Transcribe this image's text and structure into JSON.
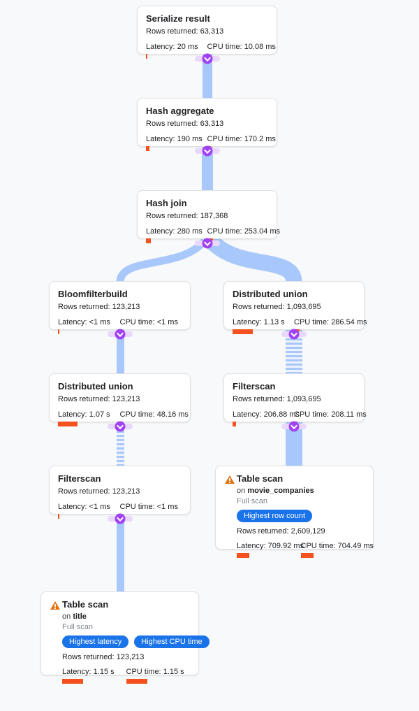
{
  "labels": {
    "rows": "Rows returned:",
    "latency": "Latency:",
    "cpu": "CPU time:",
    "on": "on"
  },
  "colors": {
    "background": "#f8f9fa",
    "link_blue": "#a8c7fa",
    "connector_purple": "#a142f4",
    "connector_halo": "#ead8fc",
    "metric_bar_orange": "#f4511e",
    "badge_blue": "#1a73e8",
    "warning_orange": "#e8710a"
  },
  "nodes": [
    {
      "title": "Serialize result",
      "rows": "63,313",
      "latency": "20 ms",
      "latency_bar": 2,
      "cpu": "10.08 ms",
      "cpu_bar": 2
    },
    {
      "title": "Hash aggregate",
      "rows": "63,313",
      "latency": "190 ms",
      "latency_bar": 5,
      "cpu": "170.2 ms",
      "cpu_bar": 5
    },
    {
      "title": "Hash join",
      "rows": "187,368",
      "latency": "280 ms",
      "latency_bar": 7,
      "cpu": "253.04 ms",
      "cpu_bar": 8
    },
    {
      "title": "Bloomfilterbuild",
      "rows": "123,213",
      "latency": "<1 ms",
      "latency_bar": 2,
      "cpu": "<1 ms",
      "cpu_bar": 2
    },
    {
      "title": "Distributed union",
      "rows": "1,093,695",
      "latency": "1.13 s",
      "latency_bar": 29,
      "cpu": "286.54 ms",
      "cpu_bar": 8
    },
    {
      "title": "Distributed union",
      "rows": "123,213",
      "latency": "1.07 s",
      "latency_bar": 28,
      "cpu": "48.16 ms",
      "cpu_bar": 2
    },
    {
      "title": "Filterscan",
      "rows": "1,093,695",
      "latency": "206.88 ms",
      "latency_bar": 5,
      "cpu": "208.11 ms",
      "cpu_bar": 5
    },
    {
      "title": "Filterscan",
      "rows": "123,213",
      "latency": "<1 ms",
      "latency_bar": 2,
      "cpu": "<1 ms",
      "cpu_bar": 2
    },
    {
      "title": "Table scan",
      "table": "movie_companies",
      "scan_type": "Full scan",
      "badges": [
        "Highest row count"
      ],
      "rows": "2,609,129",
      "latency": "709.92 ms",
      "latency_bar": 18,
      "cpu": "704.49 ms",
      "cpu_bar": 18
    },
    {
      "title": "Table scan",
      "table": "title",
      "scan_type": "Full scan",
      "badges": [
        "Highest latency",
        "Highest CPU time"
      ],
      "rows": "123,213",
      "latency": "1.15 s",
      "latency_bar": 30,
      "cpu": "1.15 s",
      "cpu_bar": 30
    }
  ]
}
